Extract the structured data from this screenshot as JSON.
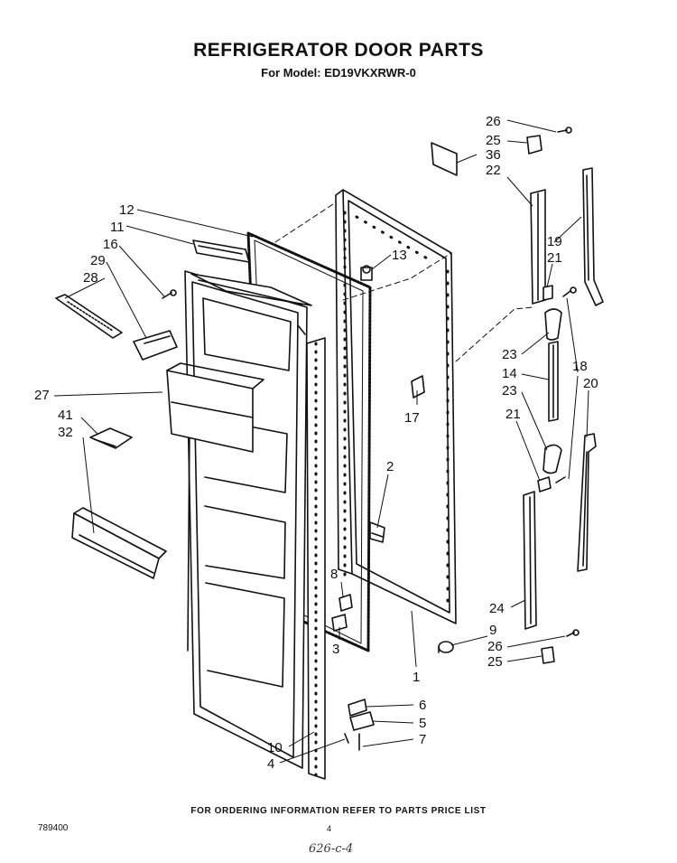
{
  "header": {
    "title": "REFRIGERATOR DOOR PARTS",
    "model": "For Model: ED19VKXRWR-0"
  },
  "callouts": {
    "c26a": "26",
    "c25a": "25",
    "c36": "36",
    "c22": "22",
    "c12": "12",
    "c11": "11",
    "c16": "16",
    "c29": "29",
    "c28": "28",
    "c13": "13",
    "c19": "19",
    "c21a": "21",
    "c23a": "23",
    "c14": "14",
    "c23b": "23",
    "c18": "18",
    "c20": "20",
    "c27": "27",
    "c41": "41",
    "c32": "32",
    "c17": "17",
    "c21b": "21",
    "c2": "2",
    "c8": "8",
    "c3": "3",
    "c1": "1",
    "c24": "24",
    "c9": "9",
    "c26b": "26",
    "c25b": "25",
    "c6": "6",
    "c5": "5",
    "c7": "7",
    "c10": "10",
    "c4": "4"
  },
  "footer": {
    "ordering_note": "FOR ORDERING INFORMATION REFER TO PARTS PRICE LIST",
    "code": "789400",
    "page": "4",
    "handwritten": "626-c-4"
  }
}
